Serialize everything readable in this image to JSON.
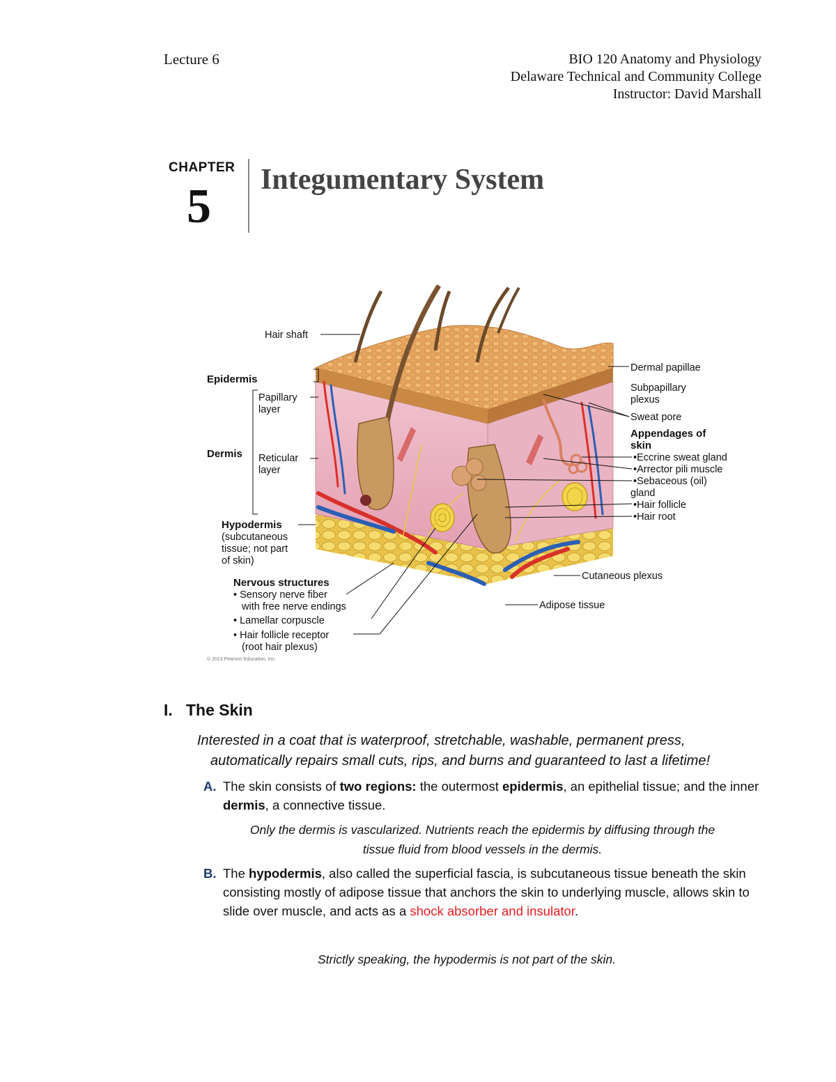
{
  "header": {
    "left": "Lecture 6",
    "right_line1": "BIO 120 Anatomy and Physiology",
    "right_line2": "Delaware Technical and Community College",
    "right_line3": "Instructor: David Marshall"
  },
  "chapter": {
    "label": "CHAPTER",
    "number": "5",
    "title": "Integumentary System"
  },
  "figure": {
    "labels": {
      "hair_shaft": "Hair shaft",
      "epidermis": "Epidermis",
      "papillary_1": "Papillary",
      "papillary_2": "layer",
      "dermis": "Dermis",
      "reticular_1": "Reticular",
      "reticular_2": "layer",
      "hypodermis": "Hypodermis",
      "hypo_2": "(subcutaneous",
      "hypo_3": "tissue; not part",
      "hypo_4": "of skin)",
      "nervous": "Nervous structures",
      "sensory_1": "• Sensory nerve fiber",
      "sensory_2": "with free nerve endings",
      "lamellar": "• Lamellar corpuscle",
      "hair_receptor_1": "• Hair follicle receptor",
      "hair_receptor_2": "(root hair plexus)",
      "copyright": "© 2013 Pearson Education, Inc.",
      "dermal_papillae": "Dermal papillae",
      "subpapillary_1": "Subpapillary",
      "subpapillary_2": "plexus",
      "sweat_pore": "Sweat pore",
      "appendages_1": "Appendages of",
      "appendages_2": "skin",
      "eccrine": "•Eccrine sweat gland",
      "arrector": "•Arrector pili muscle",
      "sebaceous_1": "•Sebaceous (oil)",
      "sebaceous_2": "gland",
      "hair_follicle": "•Hair follicle",
      "hair_root": "•Hair root",
      "cutaneous": "Cutaneous plexus",
      "adipose": "Adipose tissue"
    }
  },
  "section": {
    "number": "I.",
    "title": "The Skin",
    "intro_line1": "Interested in a coat that is waterproof, stretchable, washable, permanent press,",
    "intro_line2": "automatically repairs small cuts, rips, and burns and guaranteed to last a lifetime!",
    "item_a": {
      "label": "A.",
      "t1": "The skin consists of ",
      "b1": "two regions:",
      "t2": " the outermost ",
      "b2": "epidermis",
      "t3": ", an epithelial tissue; and the inner ",
      "b3": "dermis",
      "t4": ", a connective tissue."
    },
    "note_a_line1": "Only the dermis is vascularized.  Nutrients reach the epidermis by diffusing through the",
    "note_a_line2": "tissue fluid from blood vessels in the dermis.",
    "item_b": {
      "label": "B.",
      "t1": "The ",
      "b1": "hypodermis",
      "t2": ", also called the superficial fascia, is subcutaneous tissue beneath the skin consisting mostly of adipose tissue that anchors the skin to underlying muscle, allows skin to slide over muscle, and acts as a ",
      "red": "shock absorber and insulator",
      "t3": "."
    },
    "note_b": "Strictly speaking, the hypodermis is not part of the skin."
  }
}
